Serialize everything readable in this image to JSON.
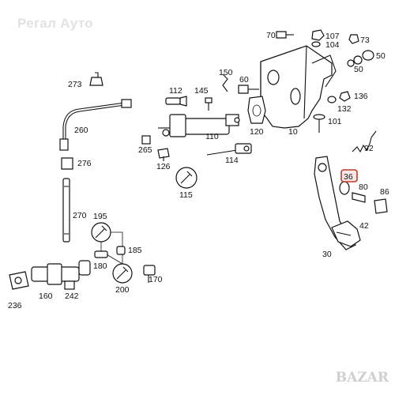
{
  "watermark": "Регал Ауто",
  "logo": "BAZAR",
  "highlight": {
    "label": "36",
    "color": "#c0392b"
  },
  "labels": {
    "p70": "70",
    "p107": "107",
    "p73": "73",
    "p104": "104",
    "p50a": "50",
    "p50b": "50",
    "p150": "150",
    "p60": "60",
    "p273": "273",
    "p112": "112",
    "p145": "145",
    "p136": "136",
    "p132": "132",
    "p120": "120",
    "p101": "101",
    "p260": "260",
    "p110": "110",
    "p10": "10",
    "p265": "265",
    "p276": "276",
    "p126": "126",
    "p114": "114",
    "p92": "92",
    "p115": "115",
    "p80": "80",
    "p86": "86",
    "p195": "195",
    "p270": "270",
    "p42": "42",
    "p185": "185",
    "p180": "180",
    "p30": "30",
    "p170b": "170",
    "p200": "200",
    "p160": "160",
    "p242": "242",
    "p236": "236"
  }
}
